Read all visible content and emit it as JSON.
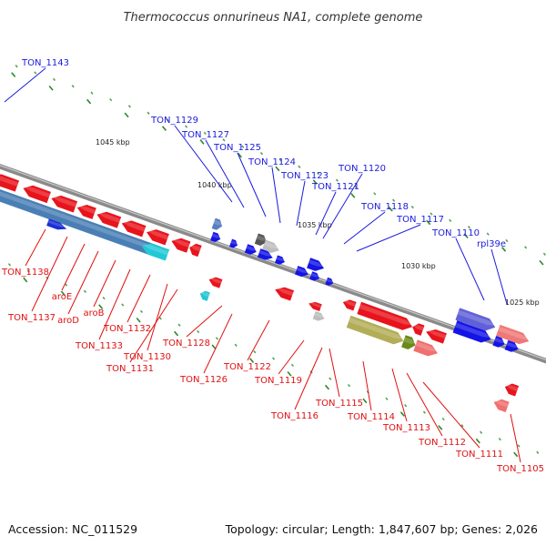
{
  "title": "Thermococcus onnurineus NA1, complete genome",
  "accession": "Accession: NC_011529",
  "topology": "Topology: circular; Length: 1,847,607 bp; Genes: 2,026",
  "colors": {
    "forward_label": "#1b1bdd",
    "reverse_label": "#e01010",
    "backbone": "#8a8a8a",
    "tick": "#2a8a2a"
  },
  "kbp_ticks": [
    "1045 kbp",
    "1040 kbp",
    "1035 kbp",
    "1030 kbp",
    "1025 kbp"
  ],
  "forward_labels": [
    "TON_1143",
    "TON_1129",
    "TON_1127",
    "TON_1125",
    "TON_1124",
    "TON_1123",
    "TON_1120",
    "TON_1121",
    "TON_1118",
    "TON_1117",
    "TON_1110",
    "rpl39e"
  ],
  "reverse_labels": [
    "TON_1138",
    "TON_1137",
    "aroE",
    "aroD",
    "aroB",
    "TON_1133",
    "TON_1132",
    "TON_1130",
    "TON_1131",
    "TON_1128",
    "TON_1126",
    "TON_1122",
    "TON_1119",
    "TON_1116",
    "TON_1115",
    "TON_1114",
    "TON_1113",
    "TON_1112",
    "TON_1111",
    "TON_1105"
  ]
}
